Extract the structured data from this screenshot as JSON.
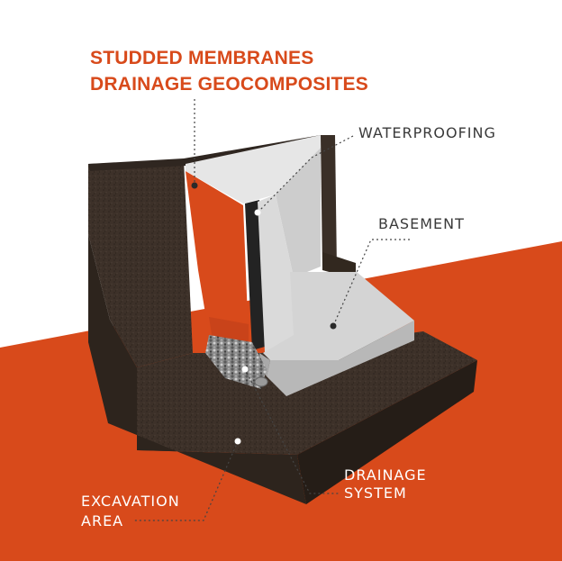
{
  "title": {
    "line1": "STUDDED MEMBRANES",
    "line2": "DRAINAGE GEOCOMPOSITES"
  },
  "labels": {
    "waterproofing": "WATERPROOFING",
    "basement": "BASEMENT",
    "drainage_line1": "DRAINAGE",
    "drainage_line2": "SYSTEM",
    "excavation_line1": "EXCAVATION",
    "excavation_line2": "AREA"
  },
  "colors": {
    "accent": "#d84a1b",
    "soil": "#3c3129",
    "concrete": "#d6d6d6",
    "waterproofing": "#2a2a2a",
    "label_text": "#3a3a3a"
  }
}
